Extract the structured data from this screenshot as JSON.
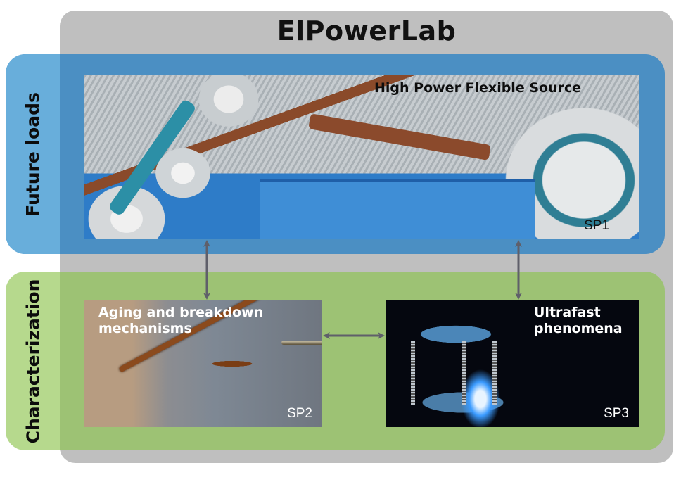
{
  "title": "ElPowerLab",
  "colors": {
    "outer_gray": "#bfbfbf",
    "blue_row": "#4b8fc3",
    "blue_label_strip": "#68aedb",
    "green_row": "#9dc274",
    "green_label_strip": "#b6d98d",
    "arrow": "#5f5f6a"
  },
  "rows": [
    {
      "label": "Future loads",
      "panels": [
        {
          "id": "SP1",
          "title": "High Power Flexible Source",
          "sp_label": "SP1"
        }
      ]
    },
    {
      "label": "Characterization",
      "panels": [
        {
          "id": "SP2",
          "title_line1": "Aging and breakdown",
          "title_line2": "mechanisms",
          "sp_label": "SP2"
        },
        {
          "id": "SP3",
          "title_line1": "Ultrafast",
          "title_line2": "phenomena",
          "sp_label": "SP3"
        }
      ]
    }
  ],
  "connections": [
    {
      "from": "SP1",
      "to": "SP2",
      "type": "bidirectional"
    },
    {
      "from": "SP1",
      "to": "SP3",
      "type": "bidirectional"
    },
    {
      "from": "SP2",
      "to": "SP3",
      "type": "bidirectional"
    }
  ]
}
